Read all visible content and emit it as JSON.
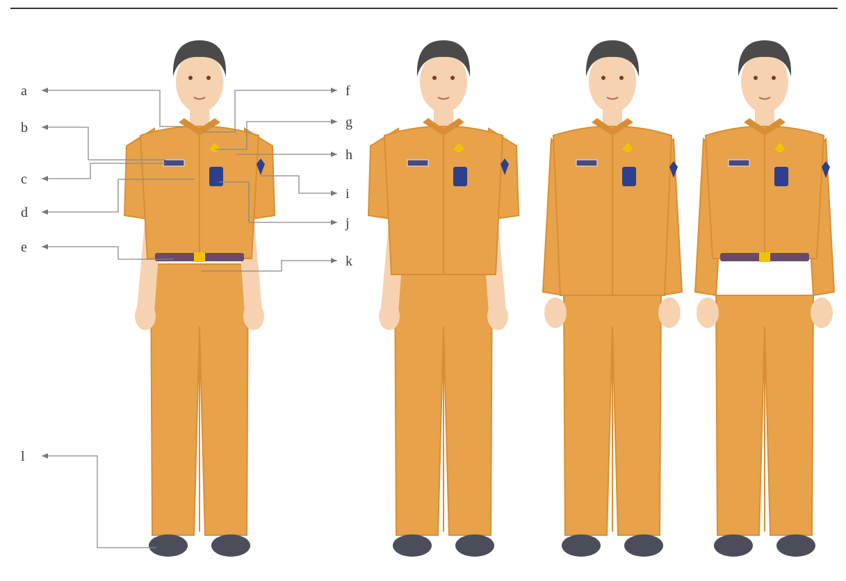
{
  "figure": {
    "title": "",
    "callouts_left": [
      {
        "letter": "a",
        "target": "collar"
      },
      {
        "letter": "b",
        "target": "name-tag"
      },
      {
        "letter": "c",
        "target": "left-pocket"
      },
      {
        "letter": "d",
        "target": "shirt-front"
      },
      {
        "letter": "e",
        "target": "belt"
      },
      {
        "letter": "l",
        "target": "shoes"
      }
    ],
    "callouts_right": [
      {
        "letter": "f",
        "target": "button-line"
      },
      {
        "letter": "g",
        "target": "insignia"
      },
      {
        "letter": "h",
        "target": "shoulder-badge"
      },
      {
        "letter": "i",
        "target": "sleeve-badge"
      },
      {
        "letter": "j",
        "target": "pocket-flap"
      },
      {
        "letter": "k",
        "target": "belt-buckle"
      }
    ],
    "figures": [
      {
        "id": "short-sleeve-tucked",
        "sleeve": "short",
        "belt_visible": true
      },
      {
        "id": "short-sleeve-untucked",
        "sleeve": "short",
        "belt_visible": false
      },
      {
        "id": "long-sleeve-untucked",
        "sleeve": "long",
        "belt_visible": false
      },
      {
        "id": "long-sleeve-tucked",
        "sleeve": "long",
        "belt_visible": true
      }
    ],
    "colors": {
      "uniform": "#E7A24A",
      "uniform_shade": "#D98E33",
      "skin": "#F6D2B0",
      "hair": "#4A4A4A",
      "shoes": "#4B4E5A",
      "belt": "#6A4A6A",
      "buckle": "#F2C200",
      "badge_blue": "#2E3F8C",
      "rule": "#333333",
      "callout_line": "#888888"
    }
  }
}
